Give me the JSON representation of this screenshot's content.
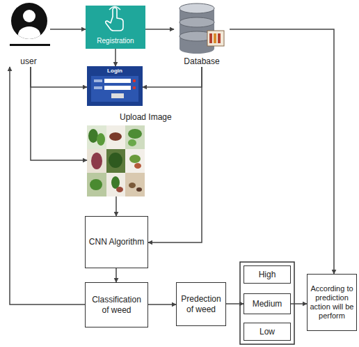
{
  "diagram": {
    "nodes": [
      {
        "text": [
          "user"
        ]
      },
      {
        "text": [
          "Registration"
        ]
      },
      {
        "text": [
          "Database"
        ]
      },
      {
        "text": [
          "Login"
        ]
      },
      {
        "text": [
          "Upload Image"
        ]
      },
      {
        "text": [
          "CNN Algorithm"
        ]
      },
      {
        "text": [
          "Classification of weed"
        ]
      },
      {
        "text": [
          "Predection of weed"
        ]
      },
      {
        "text": [
          "High"
        ]
      },
      {
        "text": [
          "Medium"
        ]
      },
      {
        "text": [
          "Low"
        ]
      },
      {
        "text": [
          "According to prediction action will be perform"
        ]
      }
    ],
    "edges": [
      {
        "from": 0,
        "to": 1,
        "arrow": "to"
      },
      {
        "from": 1,
        "to": 2,
        "arrow": "to"
      },
      {
        "from": 1,
        "to": 3,
        "arrow": "to"
      },
      {
        "from": 0,
        "to": 3,
        "arrow": "to"
      },
      {
        "from": 0,
        "to": 4,
        "arrow": "to"
      },
      {
        "from": 2,
        "to": 3,
        "arrow": "to"
      },
      {
        "from": 2,
        "to": 5,
        "arrow": "to"
      },
      {
        "from": 2,
        "to": 11,
        "arrow": "to"
      },
      {
        "from": 4,
        "to": 5,
        "arrow": "to"
      },
      {
        "from": 5,
        "to": 6,
        "arrow": "to"
      },
      {
        "from": 6,
        "to": 0,
        "arrow": "to"
      },
      {
        "from": 6,
        "to": 7,
        "arrow": "to"
      },
      {
        "from": 7,
        "to": 9,
        "arrow": "to"
      },
      {
        "from": 9,
        "to": 11,
        "arrow": "to"
      }
    ]
  }
}
